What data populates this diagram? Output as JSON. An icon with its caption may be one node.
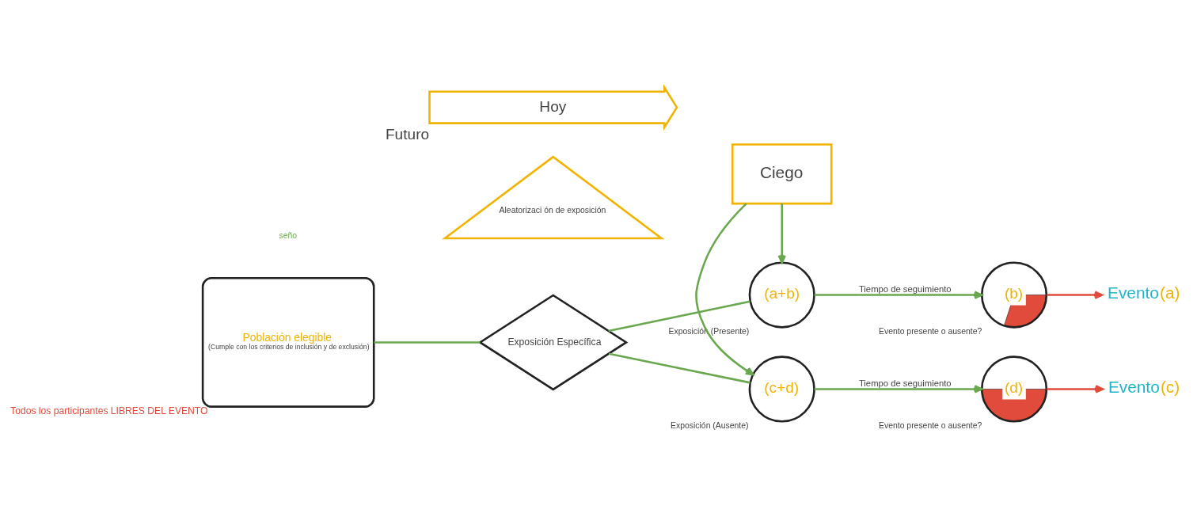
{
  "diagram": {
    "nodes": [
      {
        "text": [
          "Población elegible",
          "(Cumple con los criterios de inclusión y de exclusión)"
        ],
        "beside": [
          "Todos los participantes LIBRES DEL EVENTO"
        ]
      },
      {
        "text": [
          "Exposición Específica"
        ]
      },
      {
        "text": [
          "Aleatorizaci ón de exposición"
        ]
      },
      {
        "text": [
          "(a+b)"
        ],
        "beside": [
          "Exposición (Presente)"
        ]
      },
      {
        "text": [
          "Ciego"
        ]
      },
      {
        "text": [
          "(c+d)"
        ],
        "beside": [
          "Exposición (Ausente)"
        ]
      },
      {
        "text": [
          "(b)"
        ],
        "beside": [
          "Evento presente o ausente?"
        ]
      },
      {
        "text": [
          "(d)"
        ],
        "beside": [
          "Evento presente o ausente?"
        ]
      },
      {
        "text": [
          "Evento",
          "(a)"
        ]
      },
      {
        "text": [
          "Evento",
          "(c)"
        ]
      },
      {
        "text": [
          "Hoy"
        ],
        "beside": [
          "Futuro"
        ]
      }
    ],
    "edges": [
      {
        "from": 0,
        "to": 1,
        "arrow": "none"
      },
      {
        "from": 1,
        "to": 3,
        "arrow": "none"
      },
      {
        "from": 1,
        "to": 5,
        "arrow": "none"
      },
      {
        "from": 4,
        "to": 3,
        "arrow": "to"
      },
      {
        "from": 4,
        "to": 5,
        "arrow": "to"
      },
      {
        "from": 3,
        "to": 6,
        "arrow": "to",
        "label": "Tiempo de seguimiento"
      },
      {
        "from": 5,
        "to": 7,
        "arrow": "to",
        "label": "Tiempo de seguimiento"
      },
      {
        "from": 6,
        "to": 8,
        "arrow": "to",
        "color": "#e04b3c"
      },
      {
        "from": 7,
        "to": 9,
        "arrow": "to",
        "color": "#e04b3c"
      }
    ],
    "labels": [
      "seño"
    ]
  }
}
